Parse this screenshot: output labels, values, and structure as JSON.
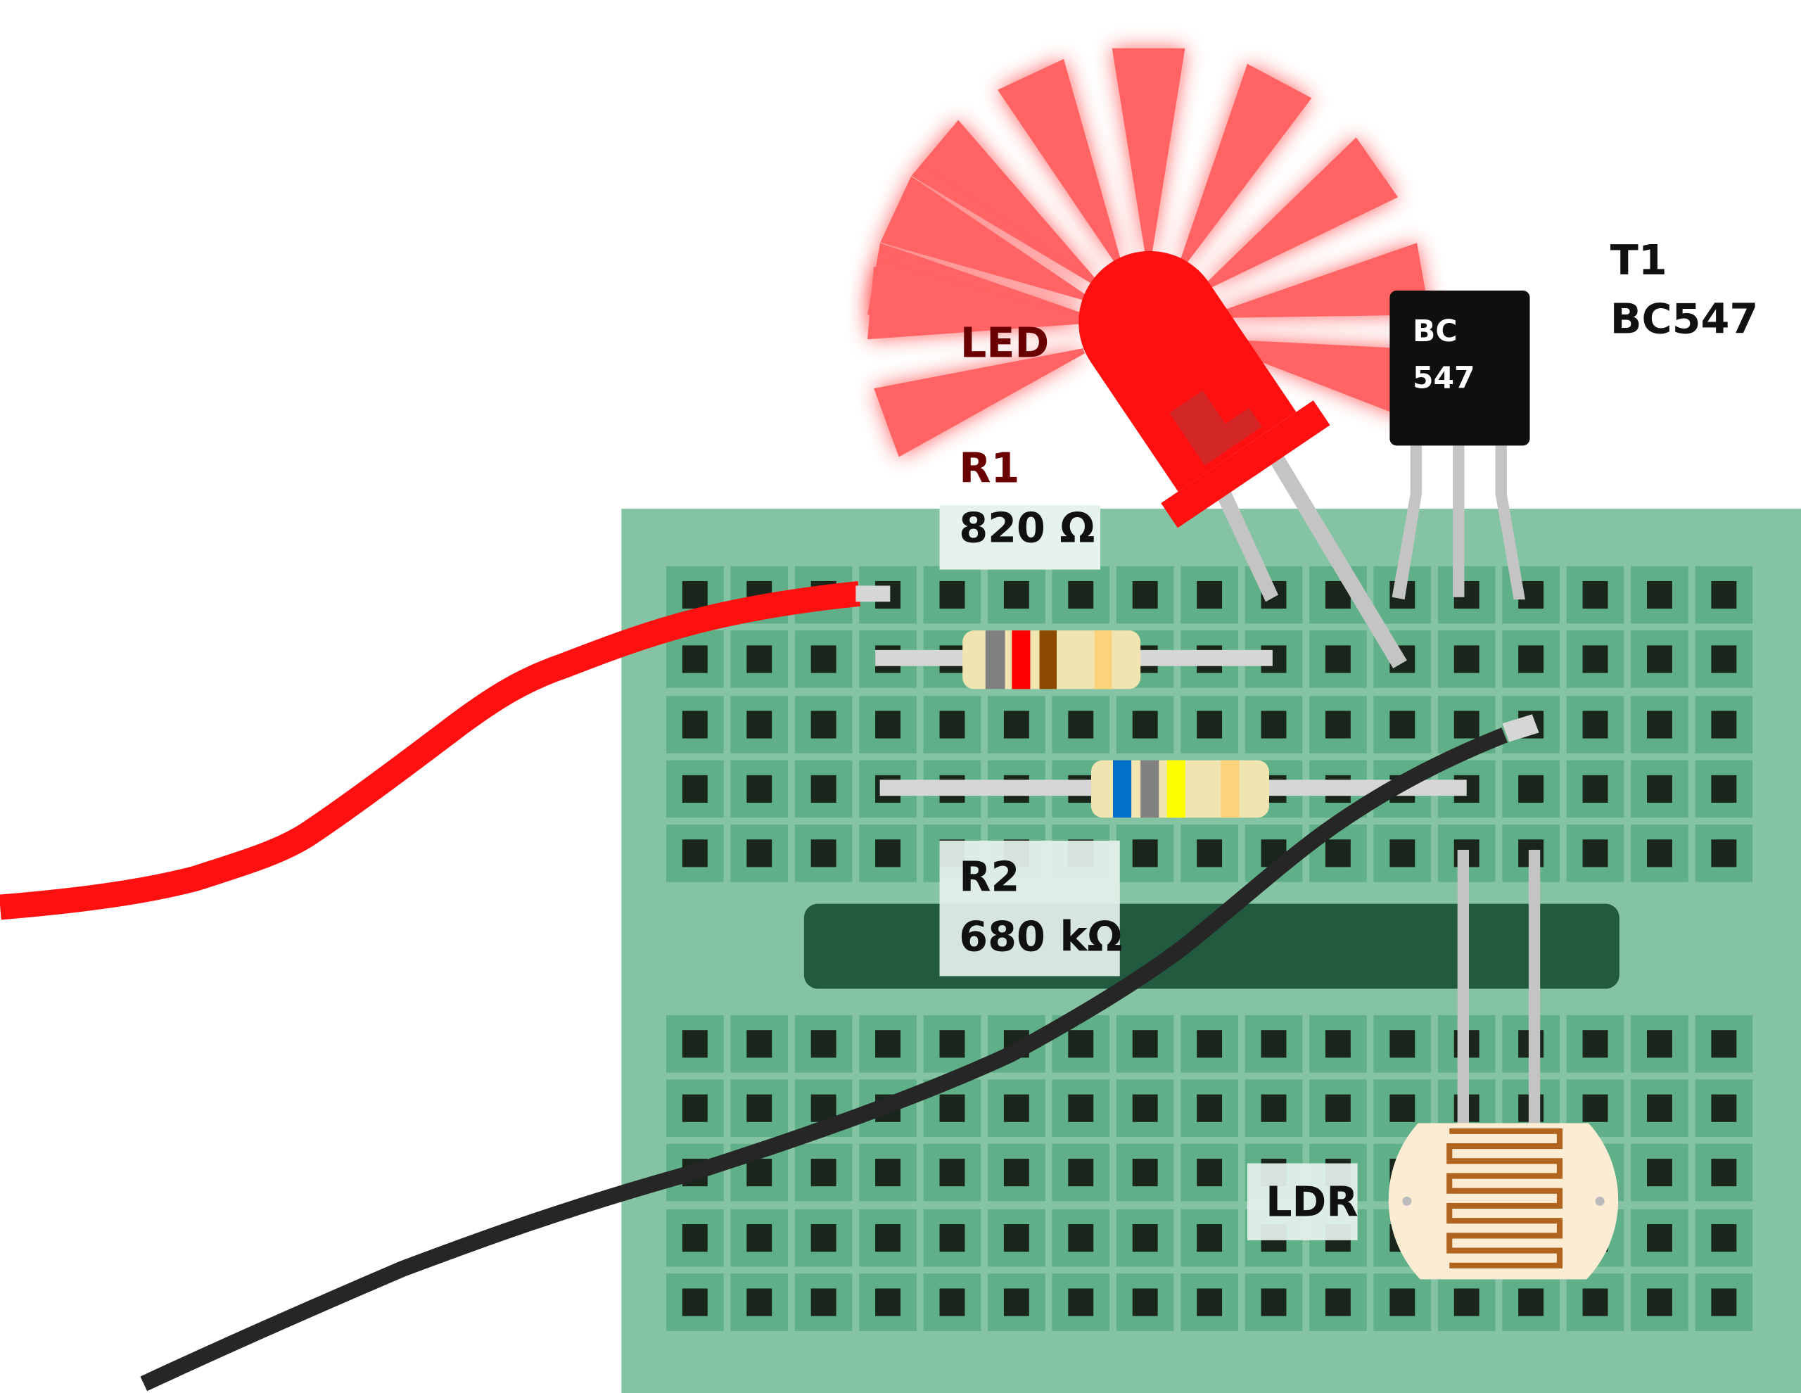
{
  "labels": {
    "led": "LED",
    "r1_name": "R1",
    "r1_value": "820 Ω",
    "r2_name": "R2",
    "r2_value": "680 kΩ",
    "t1_name": "T1",
    "t1_part": "BC547",
    "transistor_marking_line1": "BC",
    "transistor_marking_line2": "547",
    "ldr": "LDR"
  },
  "colors": {
    "board": "#84c3a3",
    "hole": "#1a251c",
    "channel": "#225a40",
    "red_wire": "#ff1010",
    "black_wire": "#262626",
    "led": "#ff1010",
    "resistor_body": "#f0e4b0"
  },
  "resistors": {
    "r1_bands": [
      "#808080",
      "#ff0000",
      "#8b4a00",
      "#fcd27a"
    ],
    "r2_bands": [
      "#0070c8",
      "#808080",
      "#ffff00",
      "#fcd27a"
    ]
  }
}
